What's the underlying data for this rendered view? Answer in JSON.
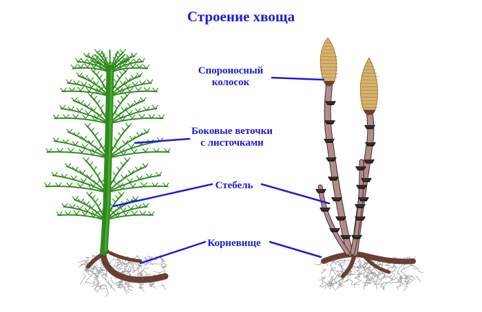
{
  "title": "Строение хвоща",
  "labels": {
    "spore_spikelet": [
      "Спороносный",
      "колосок"
    ],
    "side_branches": [
      "Боковые веточки",
      "с листочками"
    ],
    "stem": "Стебель",
    "rhizome": "Корневище"
  },
  "colors": {
    "label_text": "#1a1ad6",
    "pointer_line": "#1a1ad6",
    "summer_shoot": "#2e8b1e",
    "spring_stem": "#b58c8c",
    "spring_node": "#3a2b2b",
    "spore_cone": "#d8b470",
    "rhizome": "#6b3e34",
    "roots": "#9a9a9a"
  },
  "icons": {
    "summer_plant": "green-horsetail-shoot",
    "spring_plant": "fertile-horsetail-shoot"
  }
}
